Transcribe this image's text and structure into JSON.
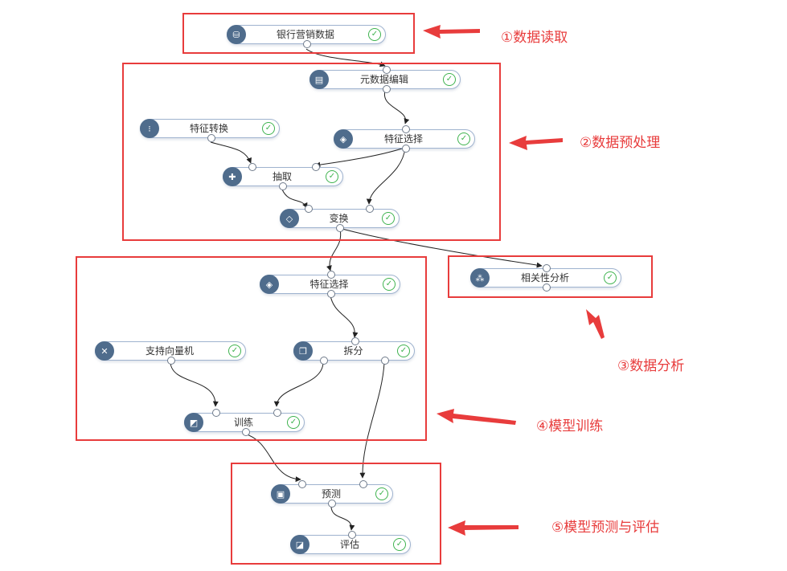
{
  "nodes": {
    "bank_data": {
      "label": "银行营销数据",
      "icon": "table-icon"
    },
    "metadata_edit": {
      "label": "元数据编辑",
      "icon": "database-icon"
    },
    "feature_convert": {
      "label": "特征转换",
      "icon": "feature-icon"
    },
    "feature_select_1": {
      "label": "特征选择",
      "icon": "filter-icon"
    },
    "sample": {
      "label": "抽取",
      "icon": "sample-icon"
    },
    "transform": {
      "label": "变换",
      "icon": "transform-icon"
    },
    "correlation": {
      "label": "相关性分析",
      "icon": "network-icon"
    },
    "feature_select_2": {
      "label": "特征选择",
      "icon": "filter-icon"
    },
    "svm": {
      "label": "支持向量机",
      "icon": "svm-icon"
    },
    "split": {
      "label": "拆分",
      "icon": "split-icon"
    },
    "train": {
      "label": "训练",
      "icon": "train-icon"
    },
    "predict": {
      "label": "预测",
      "icon": "chart-icon"
    },
    "evaluate": {
      "label": "评估",
      "icon": "evaluate-icon"
    }
  },
  "steps": {
    "step1": "①数据读取",
    "step2": "②数据预处理",
    "step3": "③数据分析",
    "step4": "④模型训练",
    "step5": "⑤模型预测与评估"
  },
  "colors": {
    "annotation": "#e83c3c",
    "node_icon_bg": "#4f6c8c",
    "node_border": "#9fb3cf",
    "status_ok": "#3fb34f",
    "edge": "#222222"
  },
  "status_icon": "check-circle-icon"
}
